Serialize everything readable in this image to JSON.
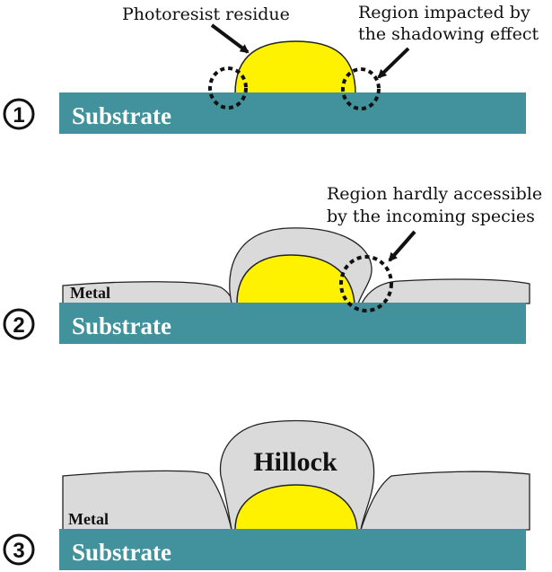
{
  "colors": {
    "substrate": "#41929C",
    "photoresist": "#FFF200",
    "metal": "#DADADA",
    "outline": "#222222",
    "text": "#111111"
  },
  "steps": [
    {
      "number": "1",
      "substrate_label": "Substrate",
      "annotations": [
        "Photoresist residue",
        "Region impacted by",
        "the shadowing effect"
      ]
    },
    {
      "number": "2",
      "substrate_label": "Substrate",
      "metal_label": "Metal",
      "annotations": [
        "Region hardly accessible",
        "by the incoming species"
      ]
    },
    {
      "number": "3",
      "substrate_label": "Substrate",
      "metal_label": "Metal",
      "hillock_label": "Hillock"
    }
  ]
}
